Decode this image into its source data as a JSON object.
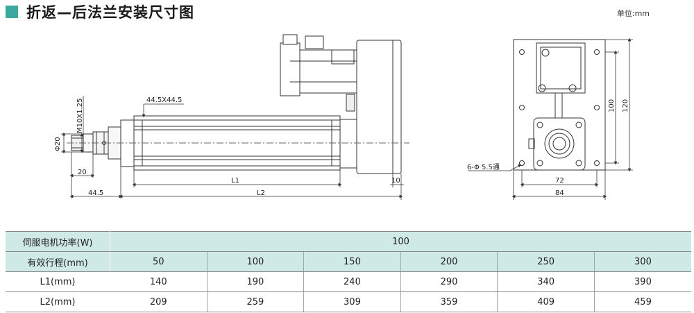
{
  "header": {
    "title": "折返—后法兰安装尺寸图",
    "unit": "单位:mm"
  },
  "colors": {
    "accent": "#3aa9a0",
    "table_header_bg": "#cfe9e7"
  },
  "drawing": {
    "side_view": {
      "dim_thread": "M10X1.25",
      "dim_shaft_dia": "Φ20",
      "dim_shaft_len": "20",
      "dim_square": "44.5X44.5",
      "dim_offset": "44.5",
      "dim_l1": "L1",
      "dim_l2": "L2",
      "dim_flange": "10"
    },
    "end_view": {
      "dim_holes": "6-Φ 5.5通",
      "dim_inner_width": "72",
      "dim_outer_width": "84",
      "dim_inner_height": "100",
      "dim_outer_height": "120"
    }
  },
  "table": {
    "motor_power_label": "伺服电机功率(W)",
    "motor_power_value": "100",
    "stroke_label": "有效行程(mm)",
    "strokes": [
      "50",
      "100",
      "150",
      "200",
      "250",
      "300"
    ],
    "l1_label": "L1(mm)",
    "l1_values": [
      "140",
      "190",
      "240",
      "290",
      "340",
      "390"
    ],
    "l2_label": "L2(mm)",
    "l2_values": [
      "209",
      "259",
      "309",
      "359",
      "409",
      "459"
    ]
  }
}
